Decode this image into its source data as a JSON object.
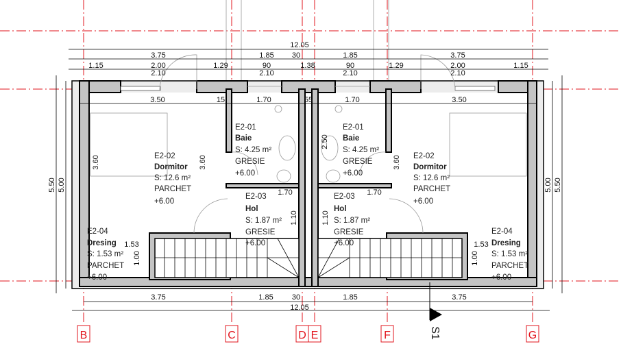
{
  "plan": {
    "grid_axes": [
      "B",
      "C",
      "D",
      "E",
      "F",
      "G"
    ],
    "section_mark": "S1",
    "top_dims": {
      "overall": "12.05",
      "row1": [
        "3.75",
        "1.85",
        "30",
        "1.85",
        "3.75"
      ],
      "row2": [
        "1.15",
        "2.00",
        "1.29",
        "90",
        "1.38",
        "90",
        "1.29",
        "2.00",
        "1.15"
      ],
      "row3": [
        "2.10",
        "2.10",
        "2.10",
        "2.10"
      ],
      "interior": [
        "3.50",
        "15",
        "1.70",
        "55",
        "1.70",
        "3.50"
      ]
    },
    "bottom_dims": {
      "row1": [
        "3.75",
        "1.85",
        "30",
        "1.85",
        "3.75"
      ],
      "overall": "12.05"
    },
    "side_dims": {
      "outer": "5.50",
      "inner": "5.00"
    },
    "inner_dims": {
      "bed_left": "3.60",
      "room_left": "3.60",
      "bath": "2.50",
      "room_right": "3.60",
      "hol_h": "1.10",
      "hol_w": "1.70",
      "dres_h": "1.00",
      "dres_w": "1.53"
    },
    "rooms": [
      {
        "code": "E2-02",
        "name": "Dormitor",
        "area": "S: 12.6 m²",
        "floor": "PARCHET",
        "level": "+6.00"
      },
      {
        "code": "E2-01",
        "name": "Baie",
        "area": "S: 4.25 m²",
        "floor": "GRESIE",
        "level": "+6.00"
      },
      {
        "code": "E2-03",
        "name": "Hol",
        "area": "S: 1.87 m²",
        "floor": "GRESIE",
        "level": "+6.00"
      },
      {
        "code": "E2-04",
        "name": "Dresing",
        "area": "S: 1.53 m²",
        "floor": "PARCHET",
        "level": "+6.00"
      }
    ],
    "colors": {
      "axis": "#e2141c",
      "wall": "#c4c4c4"
    }
  }
}
